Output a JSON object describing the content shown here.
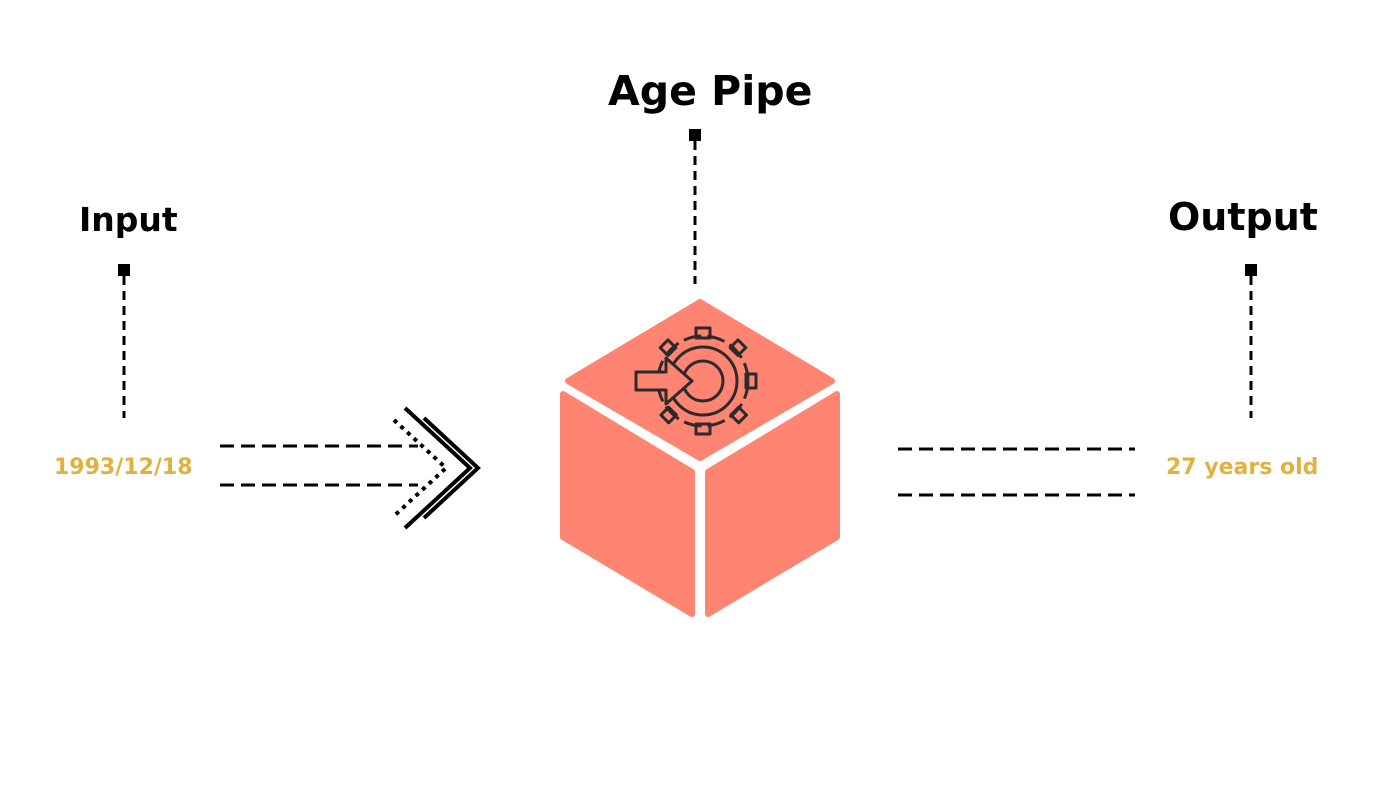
{
  "diagram": {
    "input": {
      "title": "Input",
      "value": "1993/12/18"
    },
    "pipe": {
      "title": "Age Pipe"
    },
    "output": {
      "title": "Output",
      "value": "27 years old"
    }
  },
  "colors": {
    "accent_value": "#e0b040",
    "cube": "#ff8472",
    "line": "#000000",
    "icon": "#2b2b2b"
  },
  "icons": {
    "transfer": "chevron-arrow-icon",
    "process": "gear-arrow-icon"
  }
}
